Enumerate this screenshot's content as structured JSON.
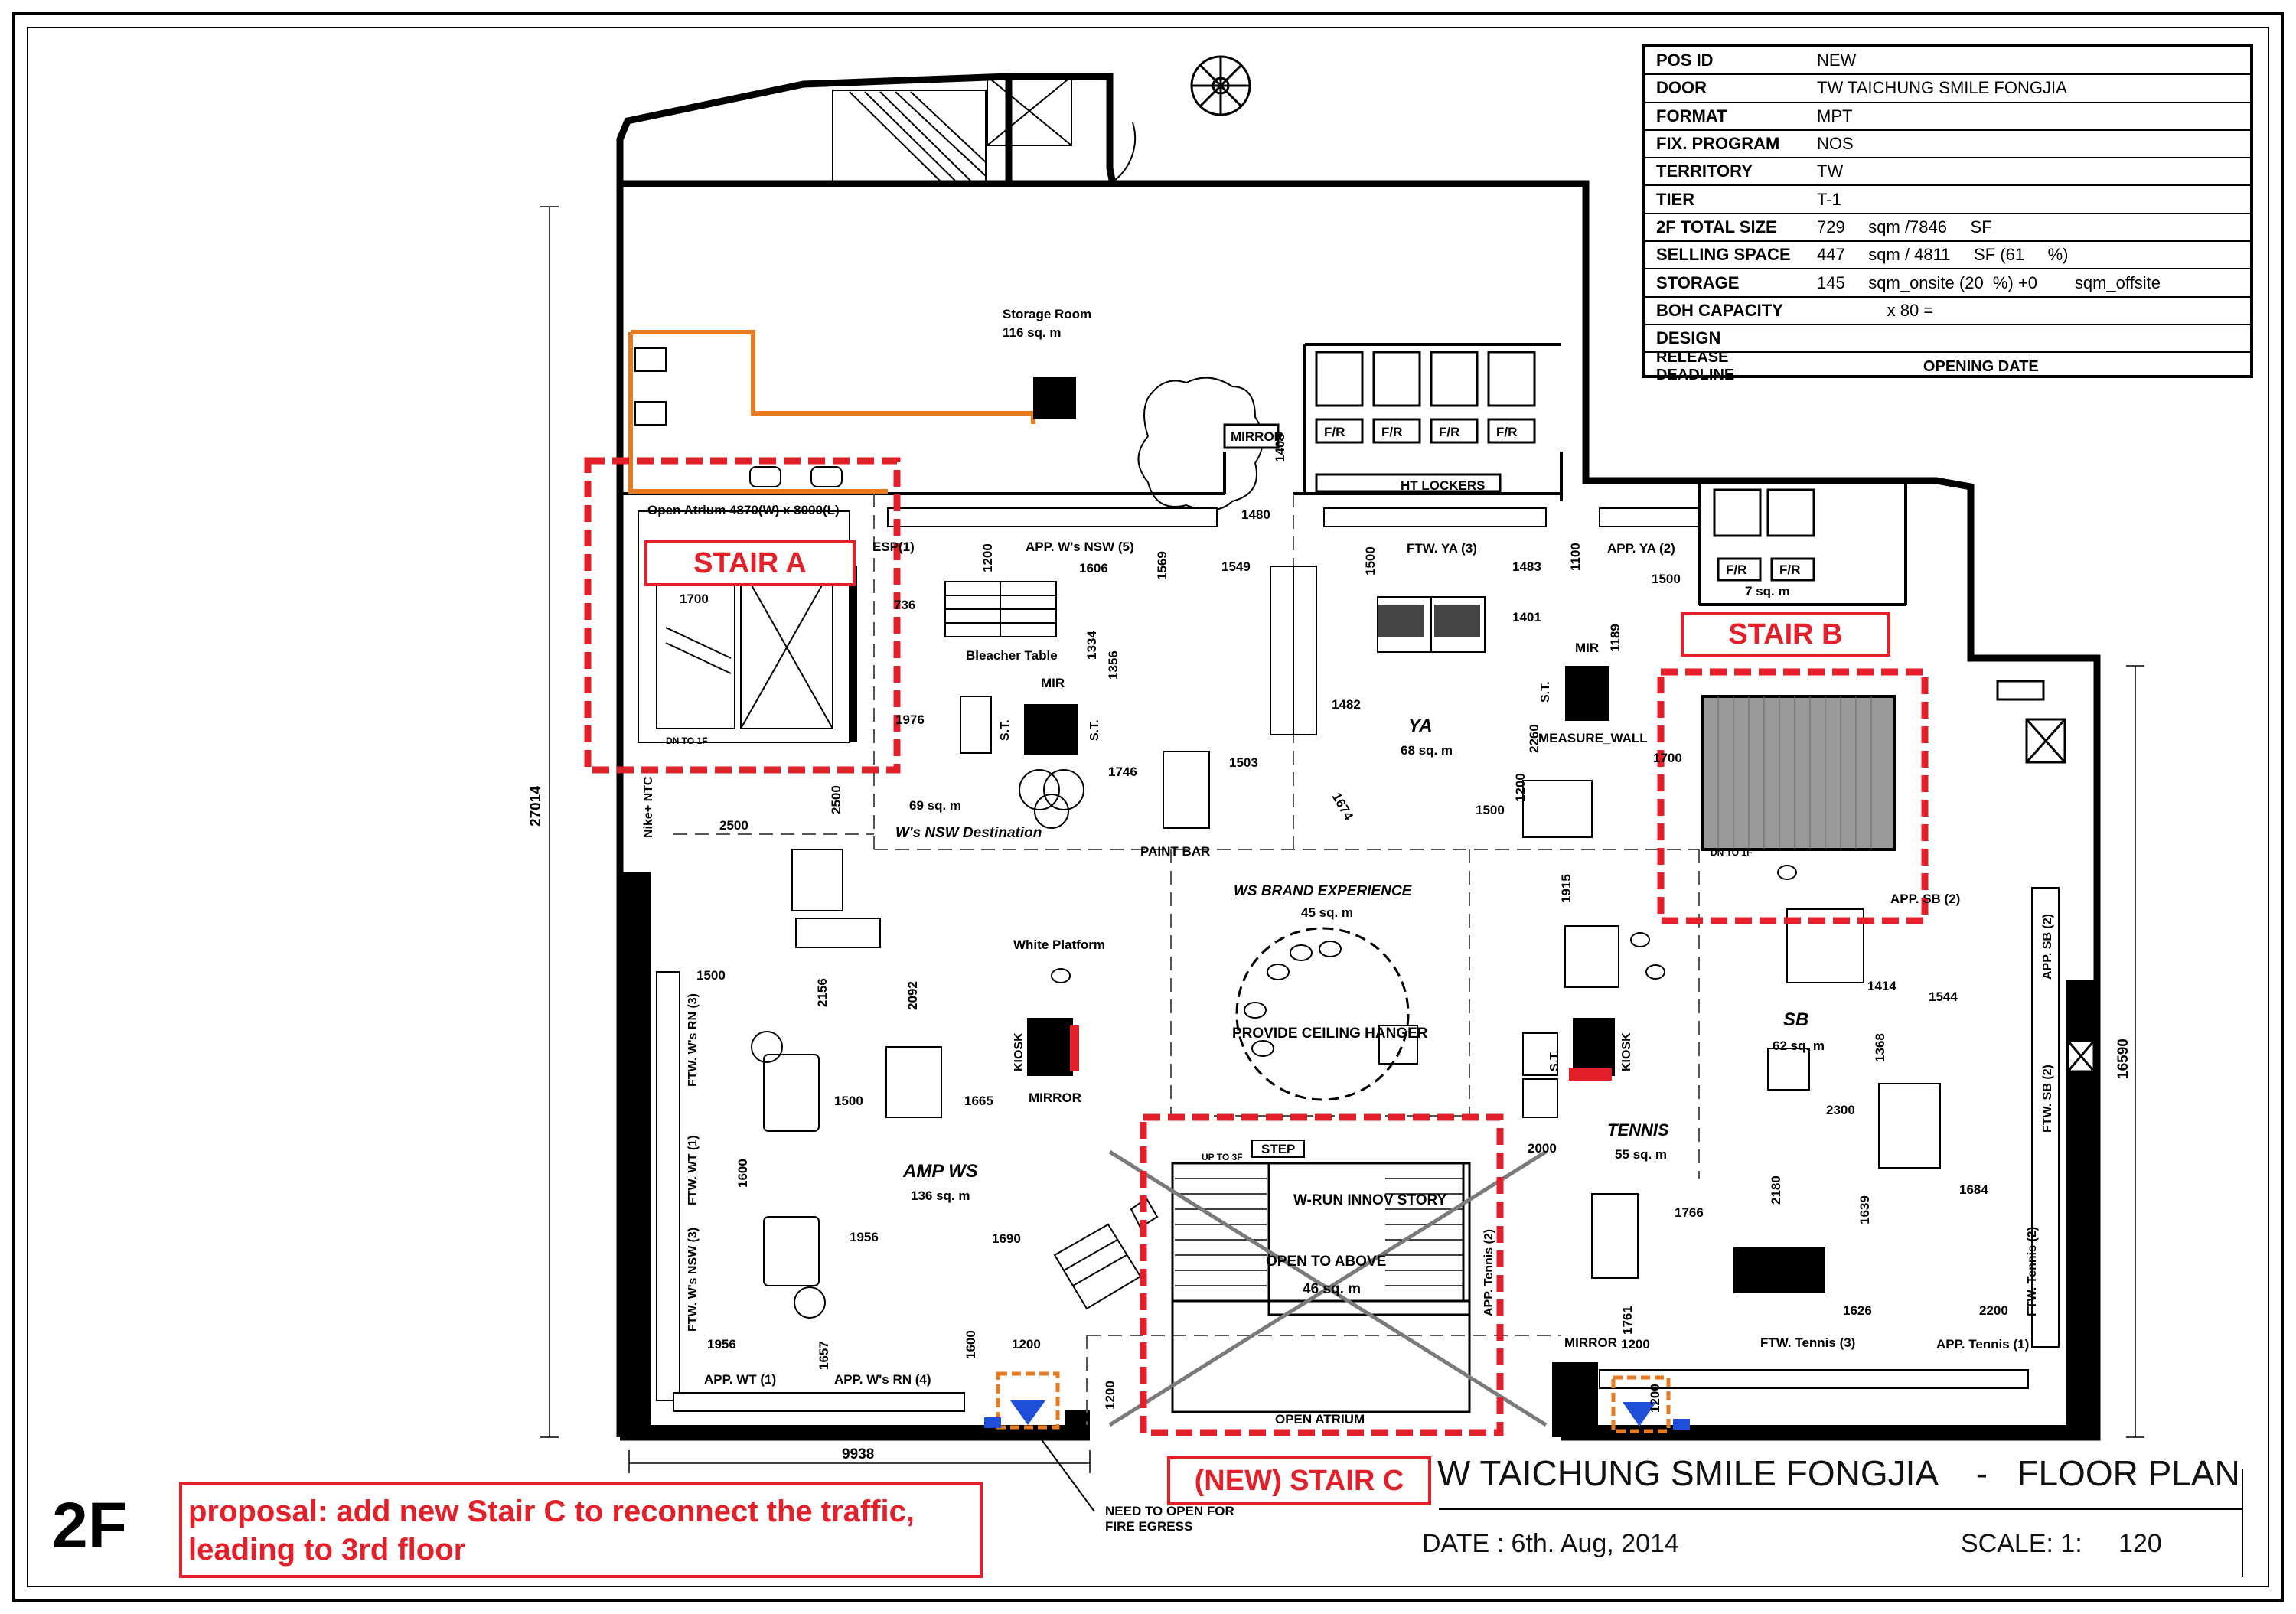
{
  "title_block": {
    "rows": [
      {
        "key": "POS ID",
        "value": "NEW"
      },
      {
        "key": "DOOR",
        "value": "TW TAICHUNG SMILE FONGJIA"
      },
      {
        "key": "FORMAT",
        "value": "MPT"
      },
      {
        "key": "FIX. PROGRAM",
        "value": "NOS"
      },
      {
        "key": "TERRITORY",
        "value": "TW"
      },
      {
        "key": "TIER",
        "value": "T-1"
      },
      {
        "key": "2F TOTAL SIZE",
        "value": "729     sqm /7846     SF"
      },
      {
        "key": "SELLING SPACE",
        "value": "447     sqm / 4811     SF (61     %)"
      },
      {
        "key": "STORAGE",
        "value": "145     sqm_onsite (20  %) +0        sqm_offsite"
      },
      {
        "key": "BOH CAPACITY",
        "value": "               x 80 ="
      },
      {
        "key": "DESIGN",
        "value": ""
      },
      {
        "key": "RELEASE DEADLINE",
        "value": "                         OPENING DATE"
      }
    ]
  },
  "callouts": {
    "stair_a": "STAIR A",
    "stair_b": "STAIR B",
    "stair_c": "(NEW) STAIR C"
  },
  "sheet": {
    "title": "W TAICHUNG SMILE FONGJIA    -   FLOOR PLAN",
    "date": "DATE :  6th. Aug, 2014",
    "scale": "SCALE: 1:     120",
    "level": "2F"
  },
  "proposal": {
    "line1": "proposal: add new Stair C to reconnect the traffic,",
    "line2": "leading to 3rd floor"
  },
  "dimensions": {
    "height_left": "27014",
    "height_right": "16590",
    "width_bottom": "9938"
  },
  "plan_labels": {
    "storage_room": "Storage Room",
    "storage_area": "116 sq. m",
    "open_atrium": "Open Atrium 4870(W) x 8000(L)",
    "ws_nsw_destination": "W's NSW Destination",
    "ws_nsw_area": "69 sq. m",
    "ws_brand_experience": "WS BRAND EXPERIENCE",
    "ws_brand_area": "45 sq. m",
    "provide_ceiling_hanger": "PROVIDE CEILING HANGER",
    "ya": "YA",
    "ya_area": "68 sq. m",
    "sb": "SB",
    "sb_area": "62 sq. m",
    "amp_ws": "AMP WS",
    "amp_ws_area": "136 sq. m",
    "tennis": "TENNIS",
    "tennis_area": "55 sq. m",
    "w_run_innov_story": "W-RUN INNOV STORY",
    "open_to_above": "OPEN TO ABOVE",
    "open_area": "46 sq. m",
    "open_atrium_bottom": "OPEN ATRIUM",
    "white_platform": "White Platform",
    "bleacher_table": "Bleacher Table",
    "mirror": "MIRROR",
    "mir": "MIR",
    "kiosk": "KIOSK",
    "st": "S.T.",
    "measure_wall": "MEASURE_WALL",
    "ht_lockers": "HT LOCKERS",
    "paint_bar": "PAINT BAR",
    "step": "STEP",
    "up_to_3f": "UP TO 3F",
    "dn_to_1f": "DN TO 1F",
    "fr": "F/R",
    "toilet_area": "7 sq. m",
    "need_egress": "NEED TO OPEN FOR",
    "fire_egress": "FIRE EGRESS",
    "nike_ntc": "Nike+ NTC",
    "esp": "ESP(1)",
    "app_ws_nsw": "APP. W's NSW (5)",
    "ftw_ya": "FTW. YA (3)",
    "app_ya": "APP. YA (2)",
    "app_sb": "APP. SB (2)",
    "ftw_sb": "FTW. SB (2)",
    "ftw_ws_rn": "FTW. W's RN (3)",
    "ftw_wt": "FTW. WT (1)",
    "ftw_ws_nsw": "FTW. W's NSW (3)",
    "app_wt": "APP. WT (1)",
    "app_ws_rn": "APP. W's RN (4)",
    "ftw_tennis": "FTW. Tennis (3)",
    "app_tennis": "APP. Tennis (1)",
    "app_tennis2": "APP. Tennis (2)",
    "app_tennis_v": "APP. Tennis (2)",
    "app_sb_v": "APP. SB (2)",
    "ftw_tennis_v": "FTW. Tennis (2)"
  },
  "dim_labels": [
    "1700",
    "736",
    "1200",
    "1606",
    "1569",
    "1549",
    "1500",
    "1483",
    "1100",
    "1500",
    "1334",
    "1356",
    "1401",
    "1189",
    "1482",
    "1976",
    "1746",
    "1503",
    "1674",
    "2260",
    "1200",
    "1700",
    "1500",
    "2500",
    "2500",
    "1915",
    "1500",
    "2156",
    "2092",
    "1414",
    "1544",
    "1500",
    "1665",
    "1368",
    "2300",
    "1600",
    "2000",
    "1956",
    "1690",
    "1766",
    "2180",
    "1639",
    "1684",
    "1626",
    "2200",
    "1956",
    "1657",
    "1600",
    "1200",
    "1200",
    "1200",
    "1761",
    "1200",
    "1480",
    "1409"
  ]
}
